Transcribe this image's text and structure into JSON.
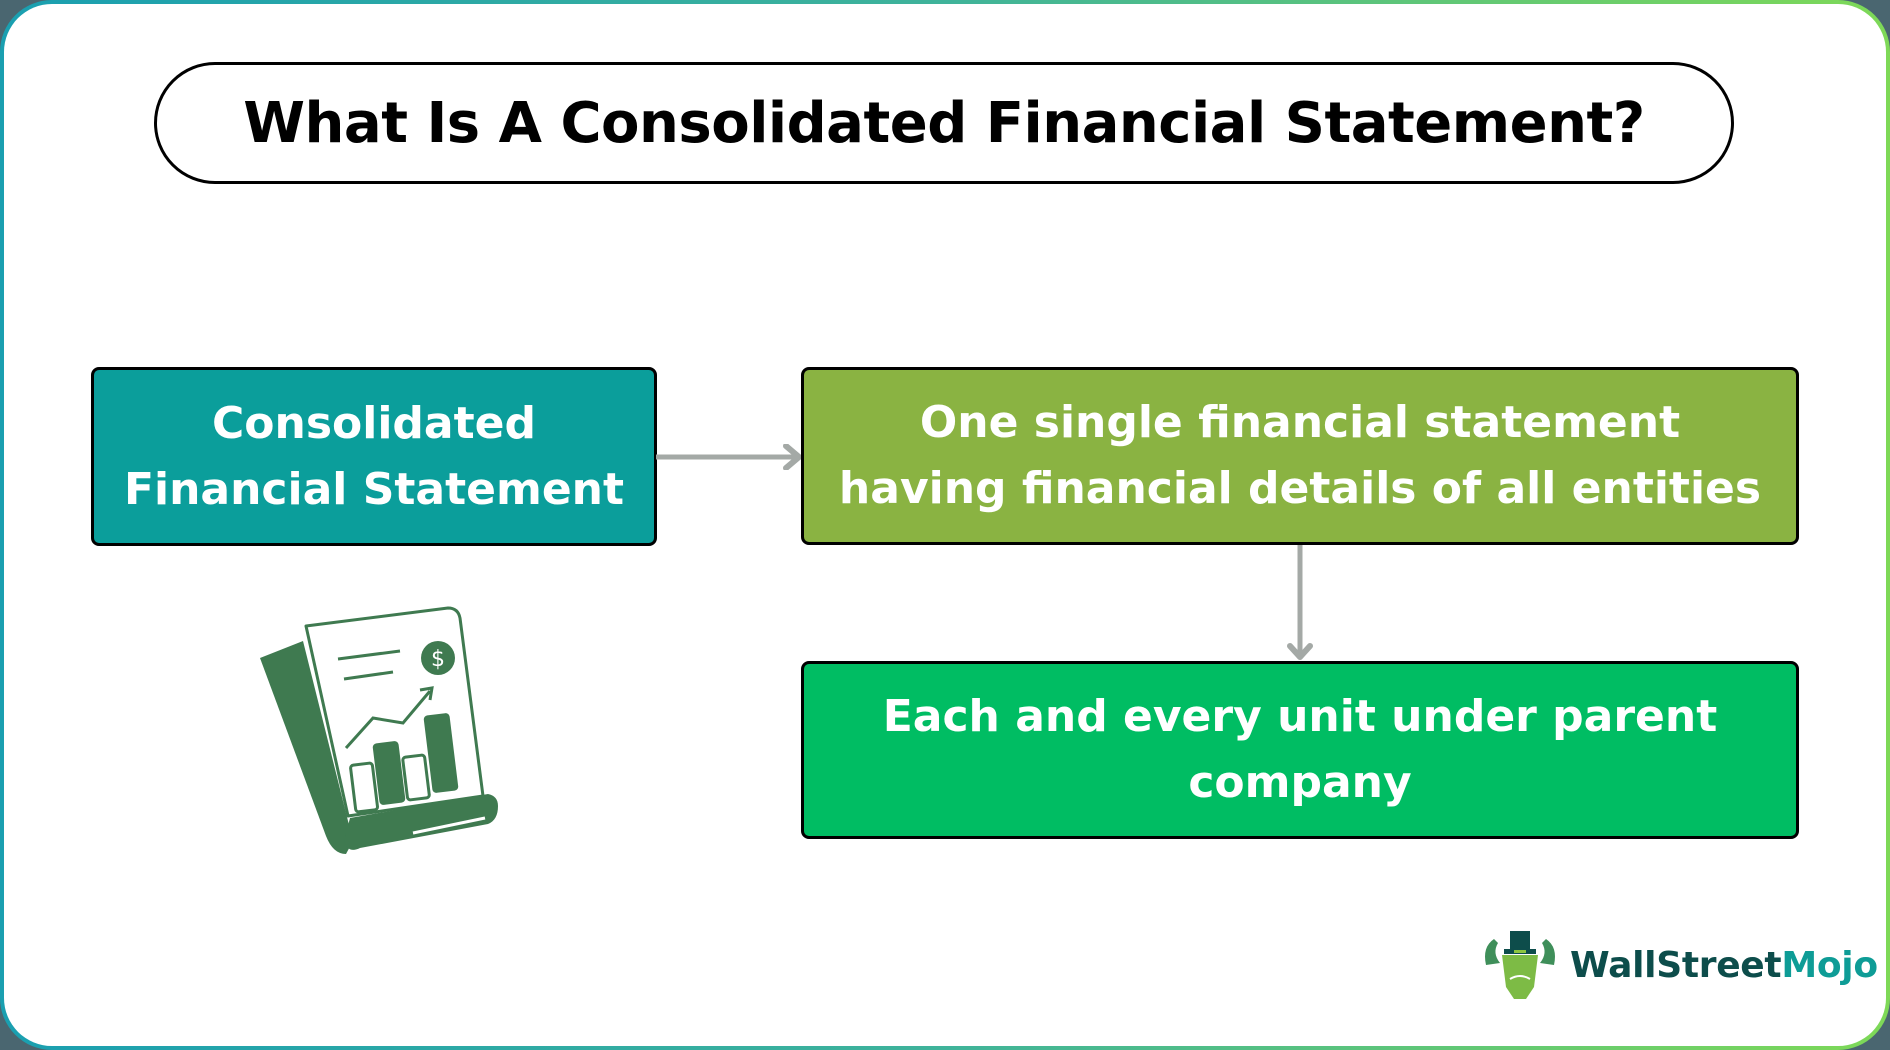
{
  "title": "What Is A Consolidated Financial Statement?",
  "boxes": {
    "concept": {
      "lines": [
        "Consolidated",
        "Financial Statement"
      ],
      "color": "#0b9e9b"
    },
    "definition": {
      "lines": [
        "One single financial statement",
        "having financial details of all entities"
      ],
      "color": "#8ab342"
    },
    "scope": {
      "lines": [
        "Each and every unit under parent",
        "company"
      ],
      "color": "#00bd63"
    }
  },
  "connectors": [
    {
      "from": "concept",
      "to": "definition",
      "direction": "right",
      "color": "#a4a9a6"
    },
    {
      "from": "definition",
      "to": "scope",
      "direction": "down",
      "color": "#a4a9a6"
    }
  ],
  "illustration": {
    "icon": "financial-report-icon",
    "color": "#3f7a50"
  },
  "logo": {
    "part1": "WallStreet",
    "part2": "Mojo",
    "icon": "bull-icon"
  },
  "colors": {
    "frame_left": "#1a9fb0",
    "frame_right": "#7ed957",
    "background": "#4a6670"
  }
}
